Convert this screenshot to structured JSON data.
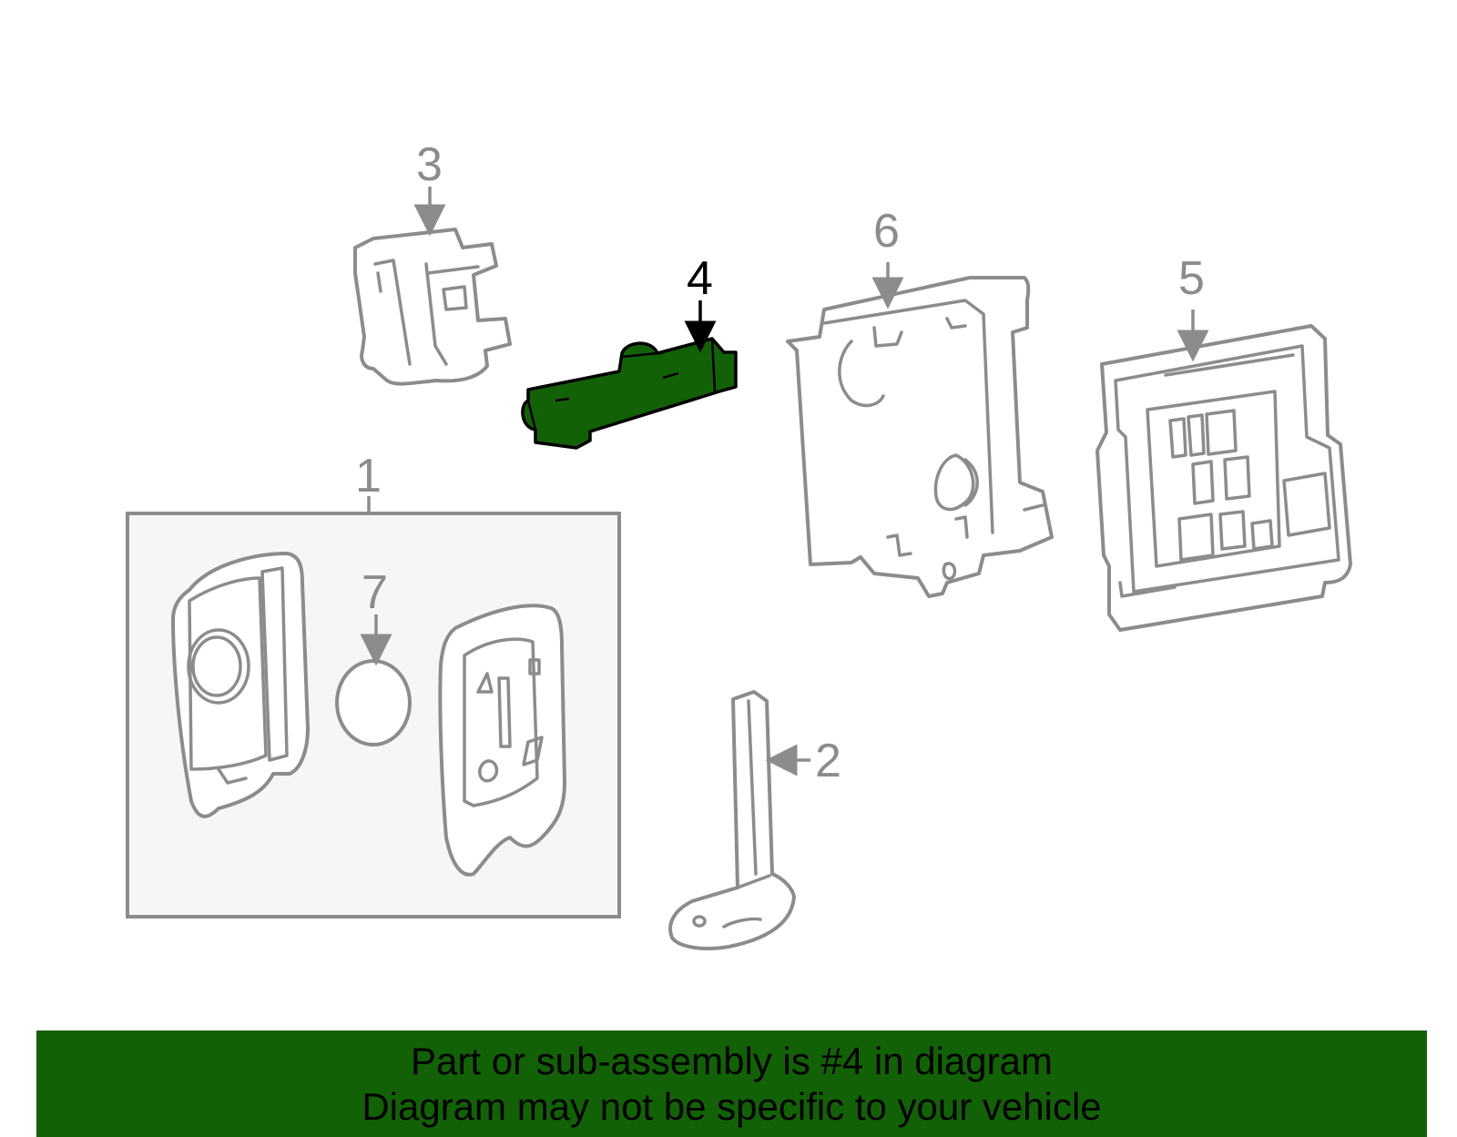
{
  "callouts": {
    "c1": "1",
    "c2": "2",
    "c3": "3",
    "c4": "4",
    "c5": "5",
    "c6": "6",
    "c7": "7"
  },
  "highlighted_part": "4",
  "colors": {
    "highlight_fill": "#136107",
    "part_outline": "#8c8c8c",
    "kit_box_fill": "#f6f6f6",
    "banner_background": "#136107",
    "banner_text": "#000000"
  },
  "banner": {
    "line1": "Part or sub-assembly is #4 in diagram",
    "line2": "Diagram may not be specific to your vehicle"
  }
}
